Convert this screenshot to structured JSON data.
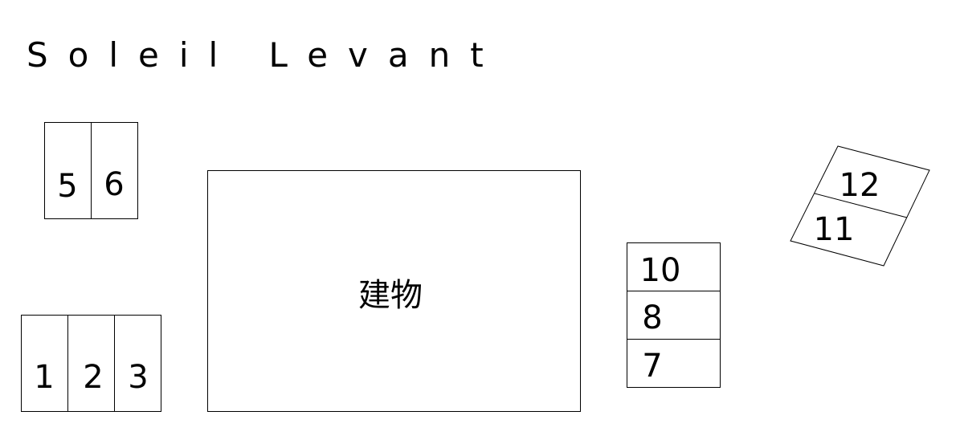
{
  "title": "Soleil Levant",
  "building": "建物",
  "spaces": {
    "s1": "1",
    "s2": "2",
    "s3": "3",
    "s5": "5",
    "s6": "6",
    "s7": "7",
    "s8": "8",
    "s10": "10",
    "s11": "11",
    "s12": "12"
  }
}
